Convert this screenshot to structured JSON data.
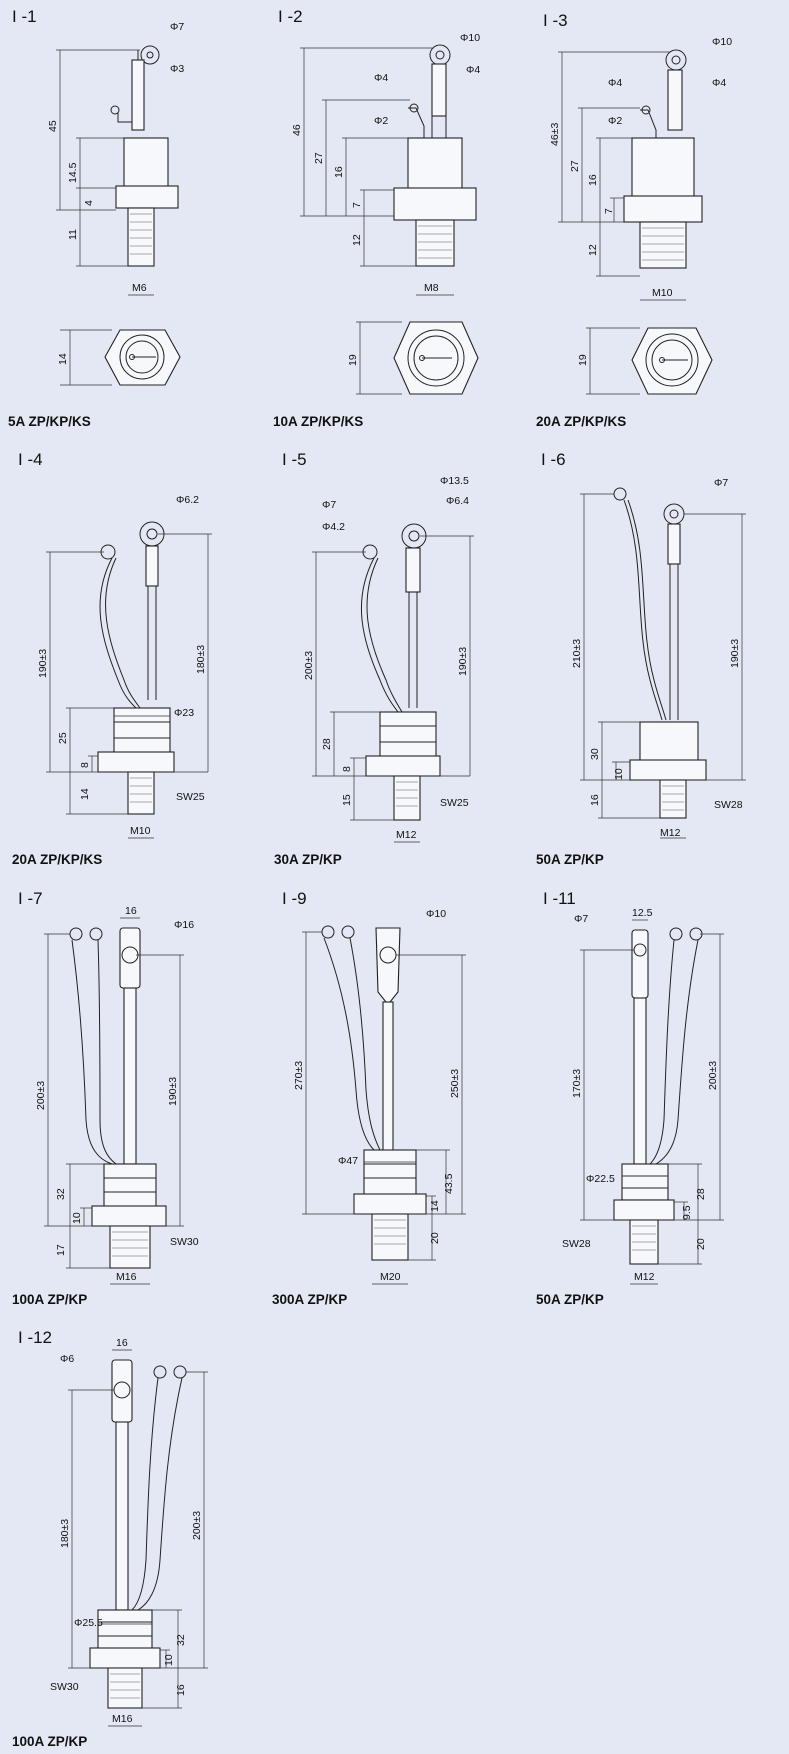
{
  "diagrams": [
    {
      "id": "I-1",
      "title": "I -1",
      "model": "5A ZP/KP/KS",
      "dims": {
        "phi_a": "Φ7",
        "phi_b": "Φ3",
        "h_total": "45",
        "h_body": "14.5",
        "h_nut": "4",
        "h_thread": "11",
        "thread": "M6",
        "hex": "14"
      }
    },
    {
      "id": "I-2",
      "title": "I -2",
      "model": "10A ZP/KP/KS",
      "dims": {
        "phi_a": "Φ10",
        "phi_b": "Φ4",
        "phi_c": "Φ4",
        "phi_d": "Φ2",
        "h_total": "46",
        "h_gate": "27",
        "h_body": "16",
        "h_nut": "7",
        "h_thread": "12",
        "thread": "M8",
        "hex": "19"
      }
    },
    {
      "id": "I-3",
      "title": "I -3",
      "model": "20A ZP/KP/KS",
      "dims": {
        "phi_a": "Φ10",
        "phi_b": "Φ4",
        "phi_c": "Φ4",
        "phi_d": "Φ2",
        "h_total": "46±3",
        "h_gate": "27",
        "h_body": "16",
        "h_nut": "7",
        "h_thread": "12",
        "thread": "M10",
        "hex": "19"
      }
    },
    {
      "id": "I-4",
      "title": "I -4",
      "model": "20A ZP/KP/KS",
      "dims": {
        "phi_a": "Φ6.2",
        "h_gate": "190±3",
        "h_main": "180±3",
        "h_body": "25",
        "h_nut": "8",
        "h_thread": "14",
        "phi_body": "Φ23",
        "sw": "SW25",
        "thread": "M10"
      }
    },
    {
      "id": "I-5",
      "title": "I -5",
      "model": "30A ZP/KP",
      "dims": {
        "phi_a": "Φ13.5",
        "phi_b": "Φ6.4",
        "phi_c": "Φ7",
        "phi_d": "Φ4.2",
        "h_gate": "200±3",
        "h_main": "190±3",
        "h_body": "28",
        "h_nut": "8",
        "h_thread": "15",
        "sw": "SW25",
        "thread": "M12"
      }
    },
    {
      "id": "I-6",
      "title": "I -6",
      "model": "50A ZP/KP",
      "dims": {
        "phi_a": "Φ7",
        "h_gate": "210±3",
        "h_main": "190±3",
        "h_body": "30",
        "h_nut": "10",
        "h_thread": "16",
        "sw": "SW28",
        "thread": "M12"
      }
    },
    {
      "id": "I-7",
      "title": "I -7",
      "model": "100A ZP/KP",
      "dims": {
        "w_top": "16",
        "phi_a": "Φ16",
        "h_gate": "200±3",
        "h_main": "190±3",
        "h_body": "32",
        "h_nut": "10",
        "h_thread": "17",
        "sw": "SW30",
        "thread": "M16"
      }
    },
    {
      "id": "I-9",
      "title": "I -9",
      "model": "300A ZP/KP",
      "dims": {
        "phi_a": "Φ10",
        "h_gate": "270±3",
        "h_main": "250±3",
        "h_body": "43.5",
        "h_nut": "14",
        "h_thread": "20",
        "phi_body": "Φ47",
        "thread": "M20"
      }
    },
    {
      "id": "I-11",
      "title": "I -11",
      "model": "50A ZP/KP",
      "dims": {
        "phi_a": "Φ7",
        "w_top": "12.5",
        "h_gate": "200±3",
        "h_main": "170±3",
        "h_body": "28",
        "h_nut": "9.5",
        "h_thread": "20",
        "phi_body": "Φ22.5",
        "sw": "SW28",
        "thread": "M12"
      }
    },
    {
      "id": "I-12",
      "title": "I -12",
      "model": "100A ZP/KP",
      "dims": {
        "phi_a": "Φ6",
        "w_top": "16",
        "h_gate": "200±3",
        "h_main": "180±3",
        "h_body": "32",
        "h_nut": "10",
        "h_thread": "16",
        "phi_body": "Φ25.5",
        "sw": "SW30",
        "thread": "M16"
      }
    }
  ]
}
